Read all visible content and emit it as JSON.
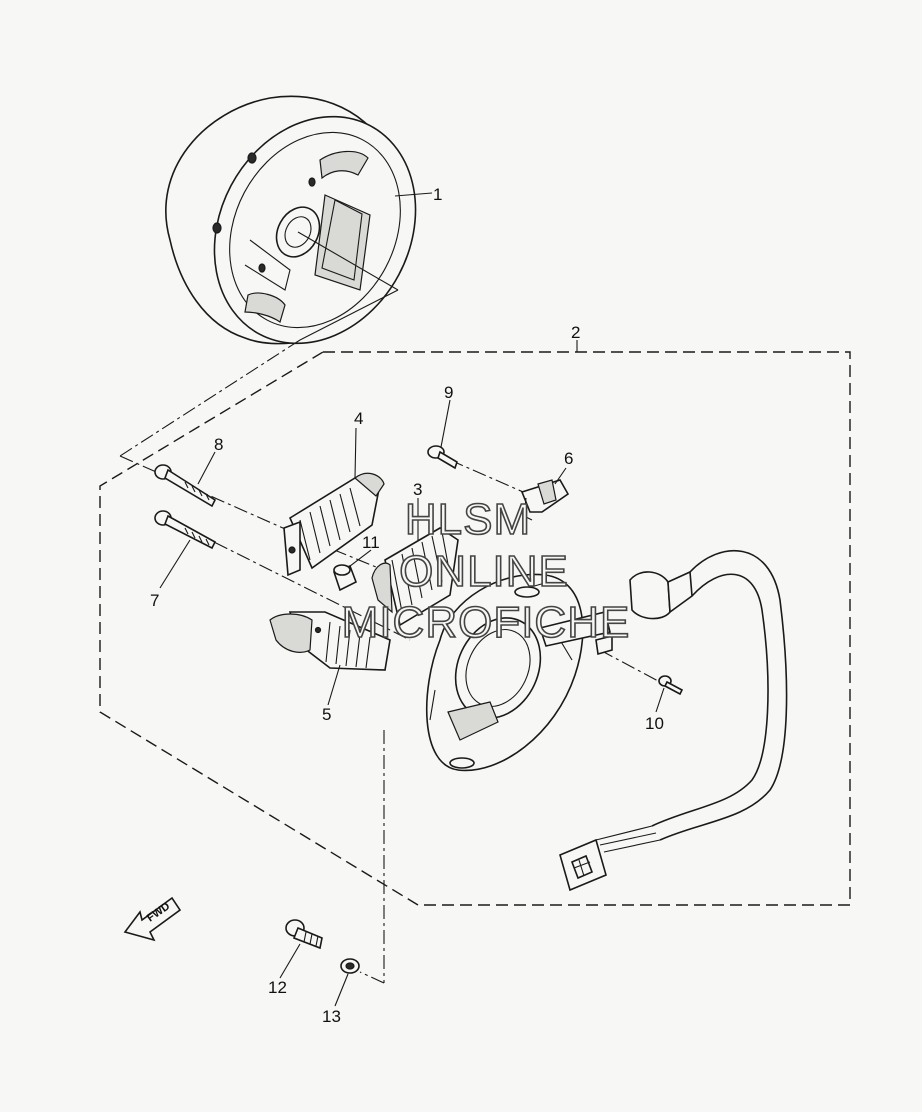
{
  "callouts": [
    {
      "id": "c1",
      "text": "1"
    },
    {
      "id": "c2",
      "text": "2"
    },
    {
      "id": "c3",
      "text": "3"
    },
    {
      "id": "c4",
      "text": "4"
    },
    {
      "id": "c5",
      "text": "5"
    },
    {
      "id": "c6",
      "text": "6"
    },
    {
      "id": "c7",
      "text": "7"
    },
    {
      "id": "c8",
      "text": "8"
    },
    {
      "id": "c9",
      "text": "9"
    },
    {
      "id": "c10",
      "text": "10"
    },
    {
      "id": "c11",
      "text": "11"
    },
    {
      "id": "c12",
      "text": "12"
    },
    {
      "id": "c13",
      "text": "13"
    }
  ],
  "direction_arrow": {
    "label": "FWD"
  },
  "watermark": {
    "lines": [
      "HLSM",
      "ONLINE",
      "MICROFICHE"
    ]
  }
}
